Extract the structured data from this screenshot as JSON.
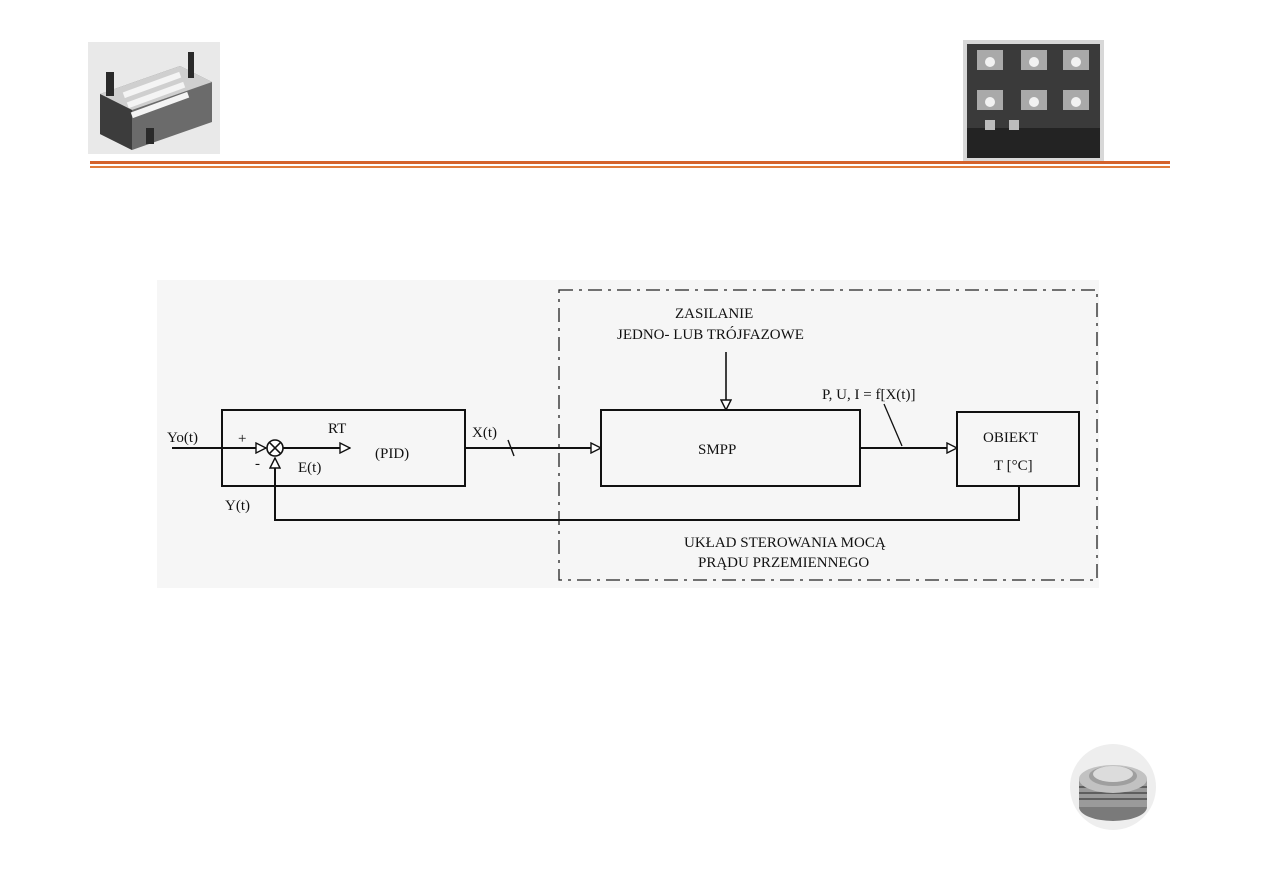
{
  "colors": {
    "header_rule": "#d4622b",
    "diagram_panel": "#f6f6f6",
    "line": "#111111"
  },
  "images": {
    "top_left": "thyristor-power-module-photo",
    "top_right": "igbt-module-photo",
    "bottom_right": "disc-thyristor-photo"
  },
  "diagram": {
    "input_signal": "Yo(t)",
    "plus_sign": "+",
    "minus_sign": "-",
    "error_signal": "E(t)",
    "feedback_signal": "Y(t)",
    "controller": {
      "name": "RT",
      "type": "(PID)"
    },
    "control_signal": "X(t)",
    "supply_label_line1": "ZASILANIE",
    "supply_label_line2": "JEDNO- LUB TRÓJFAZOWE",
    "power_block": "SMPP",
    "output_signal": "P, U, I = f[X(t)]",
    "object_block": {
      "name": "OBIEKT",
      "variable": "T [°C]"
    },
    "system_label_line1": "UKŁAD STEROWANIA MOCĄ",
    "system_label_line2": "PRĄDU PRZEMIENNEGO"
  }
}
